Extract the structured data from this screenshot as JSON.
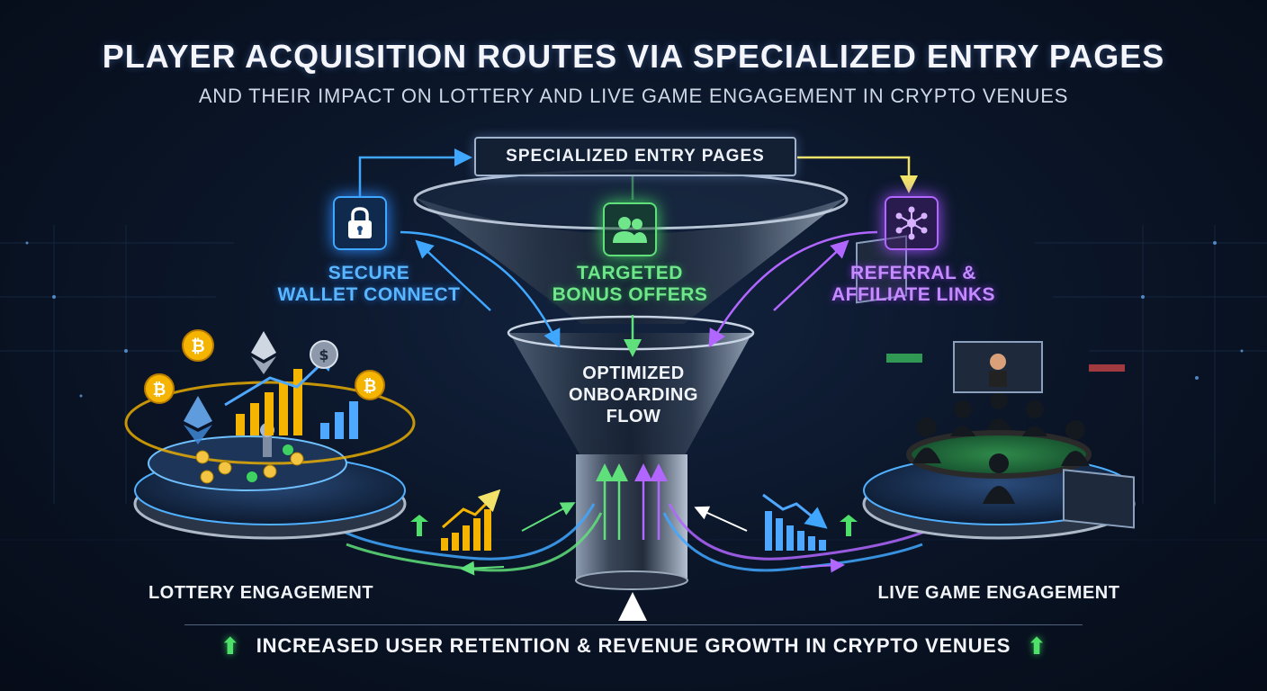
{
  "title": "PLAYER ACQUISITION ROUTES VIA SPECIALIZED ENTRY PAGES",
  "subtitle": "AND THEIR IMPACT ON LOTTERY AND LIVE GAME ENGAGEMENT IN CRYPTO VENUES",
  "funnel": {
    "top_label": "SPECIALIZED ENTRY PAGES",
    "flow_label_lines": [
      "OPTIMIZED",
      "ONBOARDING",
      "FLOW"
    ]
  },
  "routes": [
    {
      "label_lines": [
        "SECURE",
        "WALLET CONNECT"
      ],
      "icon": "lock-icon",
      "color": "#3fa7ff"
    },
    {
      "label_lines": [
        "TARGETED",
        "BONUS OFFERS"
      ],
      "icon": "users-icon",
      "color": "#5fe07a"
    },
    {
      "label_lines": [
        "REFERRAL &",
        "AFFILIATE LINKS"
      ],
      "icon": "network-icon",
      "color": "#b066ff"
    }
  ],
  "engagement": {
    "lottery": "LOTTERY ENGAGEMENT",
    "live": "LIVE GAME ENGAGEMENT"
  },
  "outcome": "INCREASED USER RETENTION & REVENUE GROWTH IN CRYPTO VENUES",
  "colors": {
    "blue": "#3fa7ff",
    "green": "#5fe07a",
    "purple": "#b066ff",
    "yellow": "#f1e36a",
    "gold": "#f4b400"
  }
}
